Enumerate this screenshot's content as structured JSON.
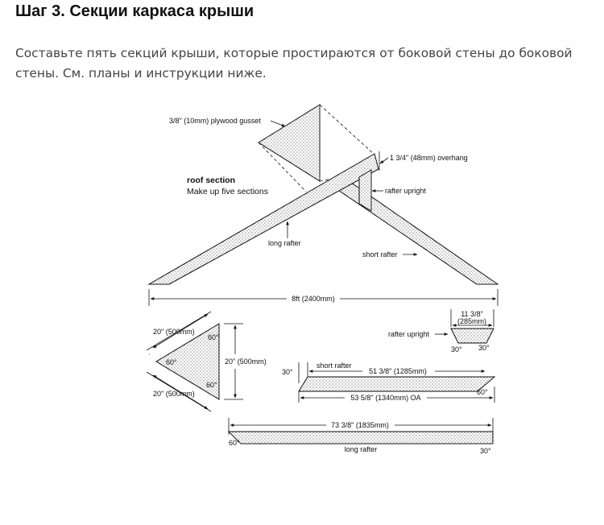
{
  "article": {
    "step_title": "Шаг 3. Секции каркаса крыши",
    "lead_text": "Составьте пять секций крыши, которые простираются от боковой стены до боковой стены. См. планы и инструкции ниже."
  },
  "drawing": {
    "gusset_label": "3/8\" (10mm) plywood gusset",
    "overhang_label": "1 3/4\" (48mm) overhang",
    "roof_section_title": "roof section",
    "roof_section_note": "Make up five sections",
    "rafter_upright_label": "rafter upright",
    "long_rafter_label": "long rafter",
    "short_rafter_label": "short rafter",
    "span_dimension": "8ft (2400mm)",
    "gusset_detail": {
      "side_top": "20\" (500mm)",
      "side_bottom": "20\" (500mm)",
      "height": "20\" (500mm)",
      "angle_top": "60°",
      "angle_left": "60°",
      "angle_bottom": "60°"
    },
    "upright_detail": {
      "width_dimension": "11 3/8\"",
      "width_metric": "(285mm)",
      "label": "rafter upright",
      "angle_left": "30°",
      "angle_right": "30°"
    },
    "short_rafter_detail": {
      "label": "short rafter",
      "inner_dimension": "51 3/8\" (1285mm)",
      "overall_dimension": "53 5/8\" (1340mm) OA",
      "angle_left": "30°",
      "angle_right": "60°"
    },
    "long_rafter_detail": {
      "dimension": "73 3/8\" (1835mm)",
      "label": "long rafter",
      "angle_left": "60°",
      "angle_right": "30°"
    }
  }
}
